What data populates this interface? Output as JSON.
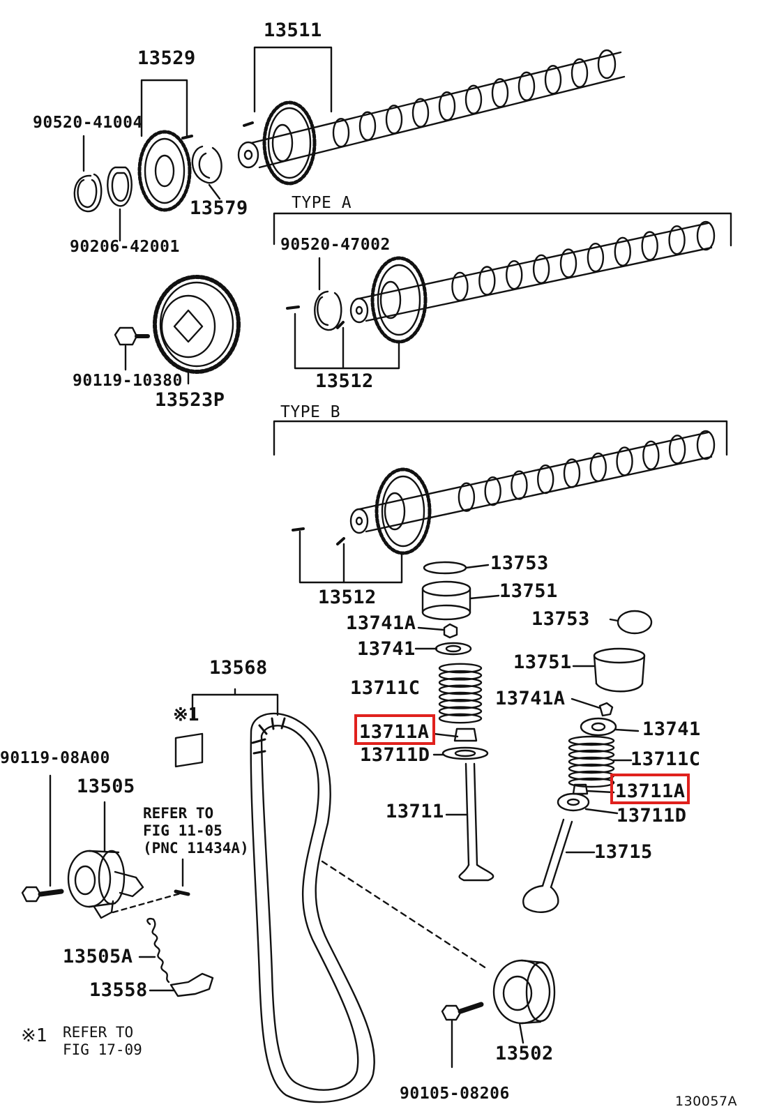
{
  "labels": {
    "p13511": "13511",
    "p13529": "13529",
    "p90520_41004": "90520-41004",
    "p13579": "13579",
    "p90206_42001": "90206-42001",
    "typeA": "TYPE  A",
    "p90520_47002": "90520-47002",
    "p90119_10380": "90119-10380",
    "p13523p": "13523P",
    "p13512a": "13512",
    "typeB": "TYPE  B",
    "p13512b": "13512",
    "p13753a": "13753",
    "p13751a": "13751",
    "p13741aa": "13741A",
    "p13741a": "13741",
    "p13711ca": "13711C",
    "p13711aa": "13711A",
    "p13711da": "13711D",
    "p13711": "13711",
    "p13753b": "13753",
    "p13751b": "13751",
    "p13741ab": "13741A",
    "p13741b": "13741",
    "p13711cb": "13711C",
    "p13711ab": "13711A",
    "p13711db": "13711D",
    "p13715": "13715",
    "p13568": "13568",
    "p90119_08a00": "90119-08A00",
    "p13505": "13505",
    "p13505a": "13505A",
    "p13558": "13558",
    "p13502": "13502",
    "p90105_08206": "90105-08206",
    "fig_code": "130057A"
  },
  "notes": {
    "mark1_top": "※1",
    "refer_11_05": "REFER TO\nFIG 11-05\n(PNC 11434A)",
    "mark1_bottom": "※1",
    "refer_17_09": "REFER TO\nFIG 17-09"
  },
  "colors": {
    "line": "#111111",
    "highlight": "#e0211d",
    "background": "#ffffff"
  }
}
